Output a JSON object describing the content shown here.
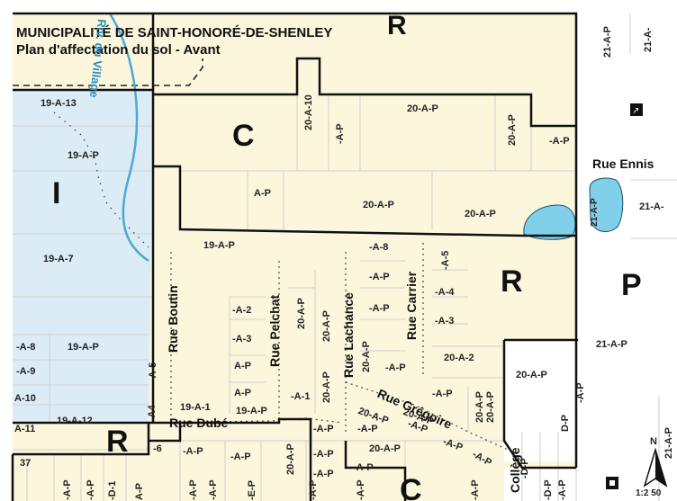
{
  "title": {
    "line1": "MUNICIPALITÉ DE SAINT-HONORÉ-DE-SHENLEY",
    "line2": "Plan d'affectation du sol - Avant"
  },
  "colors": {
    "agricultural_fill": "#fbf6dc",
    "industrial_fill": "#dcecf6",
    "public_fill": "#ffffff",
    "water": "#7fd0e8",
    "boundary": "#111111",
    "lot_line": "#cfcfcf"
  },
  "zones": {
    "c_top": "C",
    "r_top": "R",
    "i": "I",
    "r_mid": "R",
    "p": "P",
    "r_low": "R",
    "c_low": "C"
  },
  "streets": {
    "ennis": "Rue Ennis",
    "boutin": "Rue Boutin",
    "pelchat": "Rue Pelchat",
    "lachance": "Rue Lachance",
    "carrier": "Rue Carrier",
    "dube": "Rue Dubé",
    "gregoire": "Rue Grégoire",
    "college": "Collège",
    "river": "Riv. du Village"
  },
  "lots": {
    "a1": "19-A-13",
    "a2": "19-A-P",
    "a3": "19-A-7",
    "a4": "19-A-P",
    "a5": "-A-8",
    "a6": "-A-9",
    "a7": "A-10",
    "a8": "A-11",
    "a9": "19-A-12",
    "a10": "37",
    "b1": "20-A-10",
    "b2": "-A-P",
    "b3": "20-A-P",
    "b4": "20-A-P",
    "b5": "-A-P",
    "b6": "21-A-P",
    "b7": "21-A-",
    "b8": "A-P",
    "b9": "20-A-P",
    "b10": "20-A-P",
    "b11": "21-A-P",
    "b12": "21-A-",
    "b13": "19-A-P",
    "c1": "-A-8",
    "c2": "-A-P",
    "c3": "-A-P",
    "c4": "-A-5",
    "c5": "-A-4",
    "c6": "-A-3",
    "c7": "-A-2",
    "c8": "-A-3",
    "c9": "A-P",
    "c10": "A-P",
    "c11": "20-A-P",
    "c12": "20-A-P",
    "c13": "20-A-P",
    "c14": "20-A-P",
    "c15": "-A-P",
    "c16": "20-A-2",
    "c17": "-A-P",
    "c18": "-A-1",
    "c19": "20-A-P",
    "c20": "21-A-P",
    "c21": "20-A-P",
    "c22": "-A-P",
    "c23": "-A-5",
    "c24": "-A4",
    "c25": "19-A-1",
    "c26": "19-A-P",
    "d1": "-A-P",
    "d2": "-A-P",
    "d3": "20-A-P",
    "d4": "-A-P",
    "d5": "-A-P",
    "d6": "20-A-P",
    "d7": "-A-P",
    "d8": "-A-P",
    "d9": "-6",
    "d10": "-A-P",
    "d11": "-A-P",
    "d12": "20-A-P",
    "d13": "-A-P",
    "d14": "20-A-P",
    "d15": "20-A-P",
    "d16": "-A-P",
    "d17": "-A-P",
    "d18": "-A-P",
    "d19": "-A-P",
    "e1": "-A-P",
    "e2": "-A-P",
    "e3": "-D-P",
    "e4": "D-P",
    "e5": "-D-1",
    "e6": "-D-P",
    "e7": "-A-P",
    "e8": "-A-P",
    "e9": "-E-P",
    "e10": "A-P",
    "e11": "21-A-P",
    "e12": "-A-P"
  },
  "legend": {
    "scale": "1:2 50",
    "north": "N"
  }
}
